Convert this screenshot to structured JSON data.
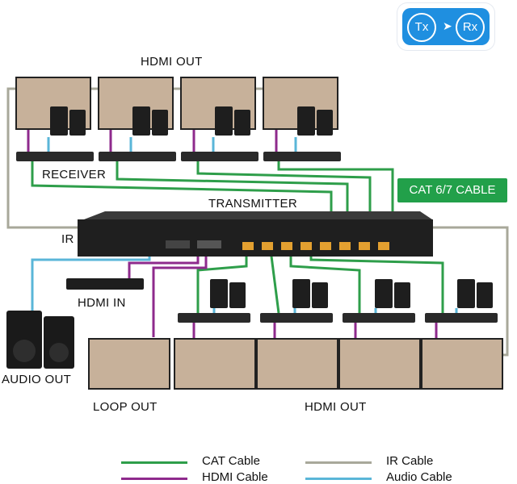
{
  "badge": {
    "tx": "Tx",
    "rx": "Rx"
  },
  "labels": {
    "hdmi_out_top": "HDMI OUT",
    "receiver": "RECEIVER",
    "transmitter": "TRANSMITTER",
    "cat_box": "CAT 6/7 CABLE",
    "ir": "IR",
    "hdmi_in": "HDMI IN",
    "audio_out": "AUDIO OUT",
    "loop_out": "LOOP OUT",
    "hdmi_out_bottom": "HDMI OUT"
  },
  "legend": [
    {
      "label": "CAT Cable",
      "color": "#2e9e4a"
    },
    {
      "label": "HDMI Cable",
      "color": "#8e2a8c"
    },
    {
      "label": "IR Cable",
      "color": "#a8a89a"
    },
    {
      "label": "Audio Cable",
      "color": "#5ab6d8"
    }
  ],
  "colors": {
    "cat": "#2e9e4a",
    "hdmi": "#8e2a8c",
    "ir": "#a8a89a",
    "audio": "#5ab6d8",
    "device": "#222222",
    "accent": "#1f8fe0"
  }
}
